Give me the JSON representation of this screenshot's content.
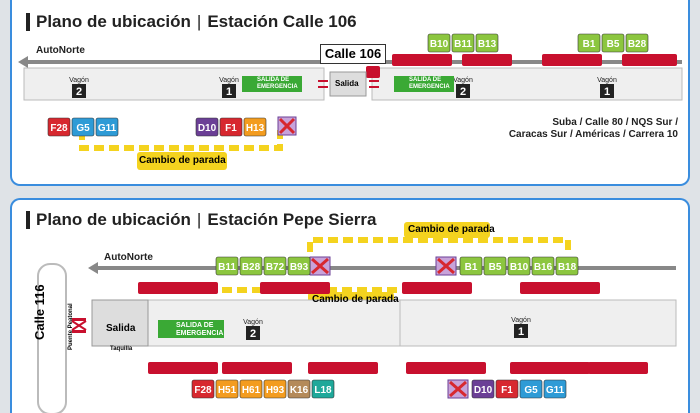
{
  "stations": [
    {
      "title_prefix": "Plano de ubicación",
      "title_name": "Estación Calle 106",
      "road_label": "AutoNorte",
      "cross_street": "Calle 106",
      "exit_label": "Salida",
      "emergency_exit": [
        "SALIDA DE",
        "EMERGENCIA"
      ],
      "wagon_word": "Vagón",
      "wagons": [
        "2",
        "1",
        "2",
        "1"
      ],
      "transfer_label": "Cambio de parada",
      "destinations": "Suba / Calle 80 / NQS Sur /",
      "destinations_2": "Caracas Sur / Américas / Carrera 10",
      "routes_top_a": [
        {
          "code": "B10",
          "color": "#8cc63f"
        },
        {
          "code": "B11",
          "color": "#8cc63f"
        },
        {
          "code": "B13",
          "color": "#8cc63f"
        }
      ],
      "routes_top_b": [
        {
          "code": "B1",
          "color": "#8cc63f"
        },
        {
          "code": "B5",
          "color": "#8cc63f"
        },
        {
          "code": "B28",
          "color": "#8cc63f"
        }
      ],
      "routes_bottom_a": [
        {
          "code": "F28",
          "color": "#d7282f"
        },
        {
          "code": "G5",
          "color": "#2e9bd6"
        },
        {
          "code": "G11",
          "color": "#2e9bd6"
        }
      ],
      "routes_bottom_b": [
        {
          "code": "D10",
          "color": "#6b3f96"
        },
        {
          "code": "F1",
          "color": "#d7282f"
        },
        {
          "code": "H13",
          "color": "#f39c1f"
        }
      ]
    },
    {
      "title_prefix": "Plano de ubicación",
      "title_name": "Estación Pepe Sierra",
      "road_label": "AutoNorte",
      "cross_street": "Calle 116",
      "bridge_label": "Puente Peatonal",
      "exit_label": "Salida",
      "ticket_label": "Taquilla",
      "emergency_exit": [
        "SALIDA DE",
        "EMERGENCIA"
      ],
      "wagon_word": "Vagón",
      "wagons": [
        "2",
        "1"
      ],
      "transfer_label": "Cambio de parada",
      "routes_top_a": [
        {
          "code": "B11",
          "color": "#8cc63f"
        },
        {
          "code": "B28",
          "color": "#8cc63f"
        },
        {
          "code": "B72",
          "color": "#8cc63f"
        },
        {
          "code": "B93",
          "color": "#8cc63f"
        }
      ],
      "routes_top_b": [
        {
          "code": "B1",
          "color": "#8cc63f"
        },
        {
          "code": "B5",
          "color": "#8cc63f"
        },
        {
          "code": "B10",
          "color": "#8cc63f"
        },
        {
          "code": "B16",
          "color": "#8cc63f"
        },
        {
          "code": "B18",
          "color": "#8cc63f"
        }
      ],
      "routes_bottom_a": [
        {
          "code": "F28",
          "color": "#d7282f"
        },
        {
          "code": "H51",
          "color": "#f39c1f"
        },
        {
          "code": "H61",
          "color": "#f39c1f"
        },
        {
          "code": "H93",
          "color": "#f39c1f"
        },
        {
          "code": "K16",
          "color": "#b48a5a"
        },
        {
          "code": "L18",
          "color": "#1fa89a"
        }
      ],
      "routes_bottom_b": [
        {
          "code": "D10",
          "color": "#6b3f96"
        },
        {
          "code": "F1",
          "color": "#d7282f"
        },
        {
          "code": "G5",
          "color": "#2e9bd6"
        },
        {
          "code": "G11",
          "color": "#2e9bd6"
        }
      ]
    }
  ],
  "colors": {
    "frame": "#3a8dde",
    "bus": "#c8102e",
    "transfer_path": "#f4d31f",
    "emergency": "#3aa935"
  }
}
